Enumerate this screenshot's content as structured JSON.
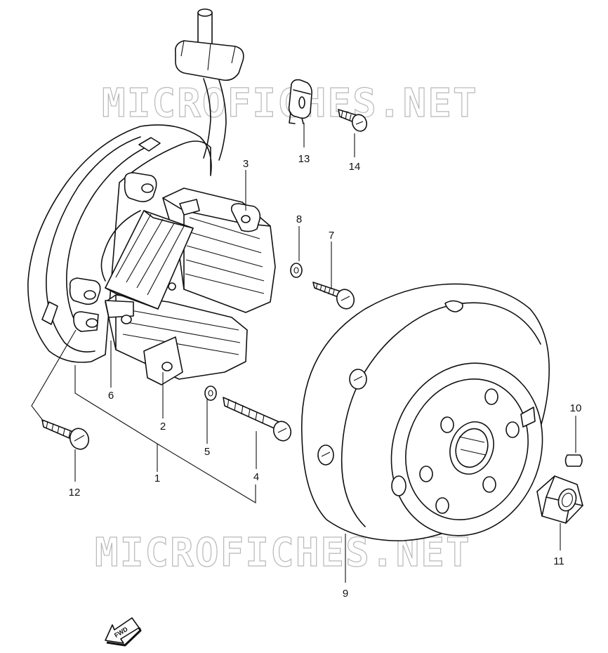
{
  "watermark": {
    "top": "MICROFICHES.NET",
    "bottom": "MICROFICHES.NET"
  },
  "callouts": {
    "c1": "1",
    "c2": "2",
    "c3": "3",
    "c4": "4",
    "c5": "5",
    "c6": "6",
    "c7": "7",
    "c8": "8",
    "c9": "9",
    "c10": "10",
    "c11": "11",
    "c12": "12",
    "c13": "13",
    "c14": "14"
  },
  "direction_arrow": {
    "label": "FWD",
    "icon": "fwd-arrow-icon"
  }
}
